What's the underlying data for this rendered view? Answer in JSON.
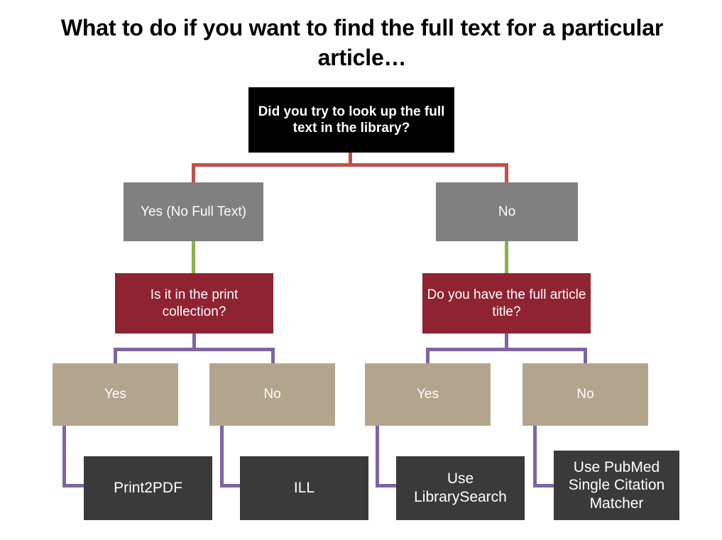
{
  "title": "What to do if you want to find the full text for a particular article…",
  "colors": {
    "root_bg": "#000000",
    "gray_bg": "#808080",
    "maroon_bg": "#8f2331",
    "tan_bg": "#b3a58d",
    "dark_bg": "#3a3a3a",
    "connector_red": "#c0504d",
    "connector_green": "#8cb04a",
    "connector_purple": "#8064a2",
    "page_bg": "#ffffff",
    "text_on_node": "#ffffff",
    "title_text": "#000000"
  },
  "nodes": {
    "root": "Did you try to look up the full text in the library?",
    "level2": [
      {
        "id": "yes-no-full-text",
        "label": "Yes (No Full Text)"
      },
      {
        "id": "no",
        "label": "No"
      }
    ],
    "level3": [
      {
        "id": "print-collection",
        "label": "Is it in the print collection?"
      },
      {
        "id": "full-article-title",
        "label": "Do you have the full article title?"
      }
    ],
    "level4": [
      {
        "id": "print-yes",
        "label": "Yes"
      },
      {
        "id": "print-no",
        "label": "No"
      },
      {
        "id": "title-yes",
        "label": "Yes"
      },
      {
        "id": "title-no",
        "label": "No"
      }
    ],
    "level5": [
      {
        "id": "print2pdf",
        "label": "Print2PDF"
      },
      {
        "id": "ill",
        "label": "ILL"
      },
      {
        "id": "use-librarysearch",
        "label": "Use LibrarySearch"
      },
      {
        "id": "use-pubmed-scm",
        "label": "Use PubMed Single Citation Matcher"
      }
    ]
  }
}
